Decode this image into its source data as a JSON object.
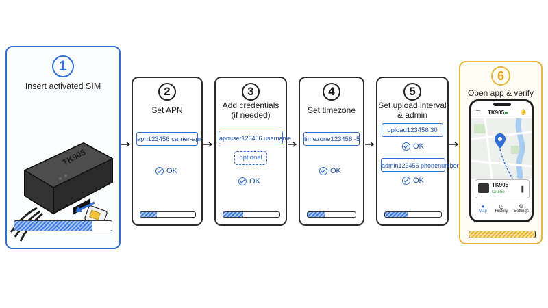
{
  "steps": [
    {
      "number": "1",
      "title": "Insert activated SIM",
      "progress": 0.8
    },
    {
      "number": "2",
      "title": "Set APN",
      "command": "apn123456 carrier-apn",
      "status": "OK",
      "progress": 0.3
    },
    {
      "number": "3",
      "title_line1": "Add credentials",
      "title_line2": "(if needed)",
      "command": "apnuser123456 username",
      "optional": "optional",
      "status": "OK",
      "progress": 0.35
    },
    {
      "number": "4",
      "title": "Set timezone",
      "command": "timezone123456 -5",
      "status": "OK",
      "progress": 0.35
    },
    {
      "number": "5",
      "title_line1": "Set upload interval",
      "title_line2": "& admin",
      "command1": "upload123456 30",
      "status1": "OK",
      "command2": "admin123456 phonenumber",
      "status2": "OK",
      "progress": 0.4
    },
    {
      "number": "6",
      "title": "Open app & verify",
      "progress": 1.0
    }
  ],
  "device_label": "TK905",
  "phone": {
    "app_title": "TK905",
    "device_name": "TK905",
    "device_status": "Online",
    "nav": [
      "Map",
      "History",
      "Settings"
    ]
  },
  "colors": {
    "accent": "#2f6fd6",
    "gold": "#e8b63a",
    "online": "#2e9a46"
  }
}
